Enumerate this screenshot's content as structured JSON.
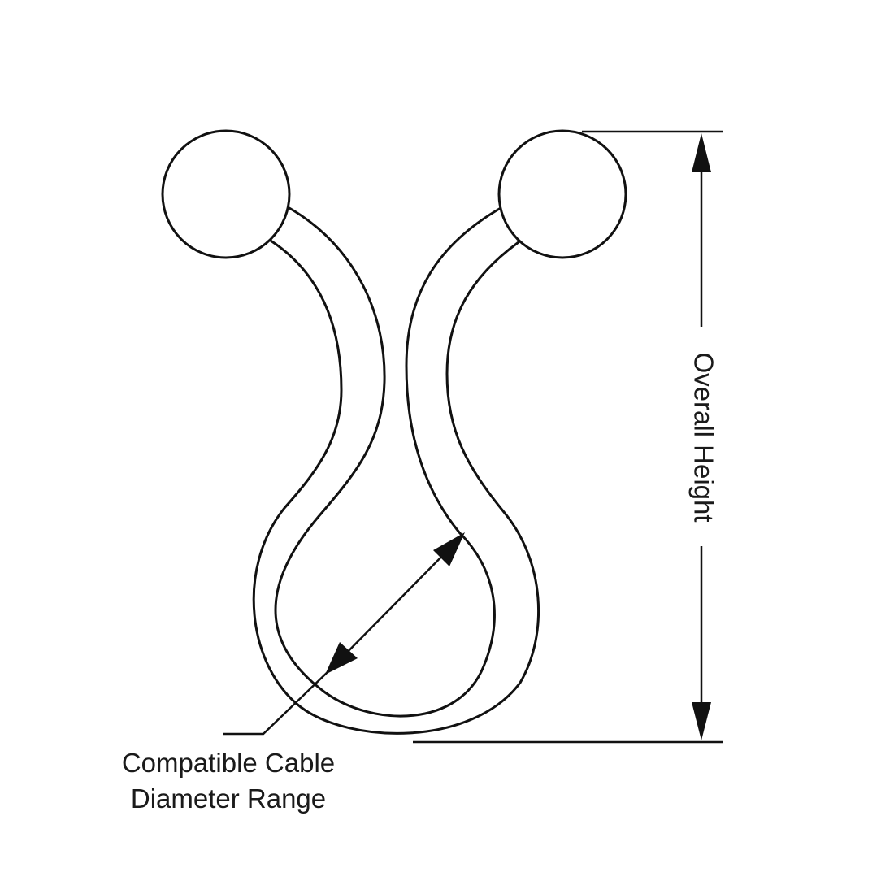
{
  "labels": {
    "cable_diameter_line1": "Compatible Cable",
    "cable_diameter_line2": "Diameter Range",
    "overall_height": "Overall Height"
  },
  "colors": {
    "stroke": "#111111",
    "background": "#ffffff"
  }
}
